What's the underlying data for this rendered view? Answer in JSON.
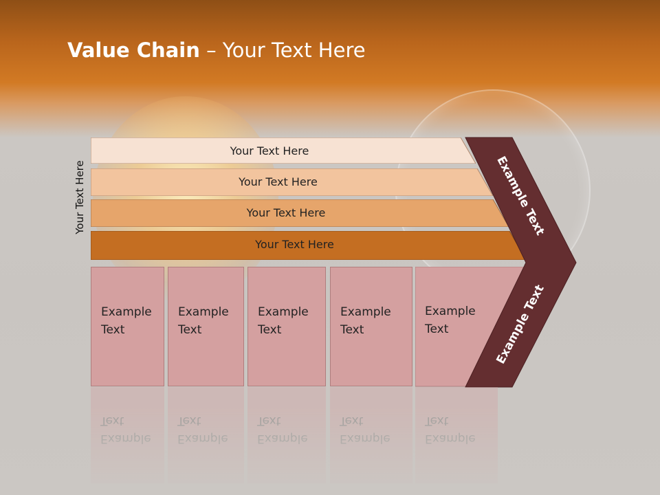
{
  "title": {
    "bold": "Value Chain",
    "rest": " – Your Text Here"
  },
  "side_label": "Your Text Here",
  "bars": [
    {
      "label": "Your Text Here",
      "color": "#f7e2d3"
    },
    {
      "label": "Your Text Here",
      "color": "#f2c49e"
    },
    {
      "label": "Your Text Here",
      "color": "#e6a56b"
    },
    {
      "label": "Your Text Here",
      "color": "#c46e22"
    }
  ],
  "columns": [
    {
      "line1": "Example",
      "line2": "Text"
    },
    {
      "line1": "Example",
      "line2": "Text"
    },
    {
      "line1": "Example",
      "line2": "Text"
    },
    {
      "line1": "Example",
      "line2": "Text"
    },
    {
      "line1": "Example",
      "line2": "Text"
    }
  ],
  "chevron": {
    "upper_label": "Example Text",
    "lower_label": "Example Text",
    "color": "#642e30"
  }
}
